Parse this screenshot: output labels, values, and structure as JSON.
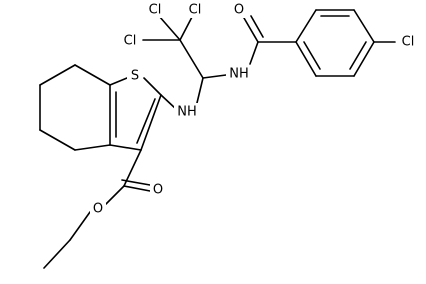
{
  "atoms": {
    "cl1": "Cl",
    "cl2": "Cl",
    "cl3": "Cl",
    "cl4": "Cl",
    "o_amide": "O",
    "nh_amide": "NH",
    "s_ring": "S",
    "nh_amine": "NH",
    "o_carbonyl": "O",
    "o_ester": "O"
  }
}
